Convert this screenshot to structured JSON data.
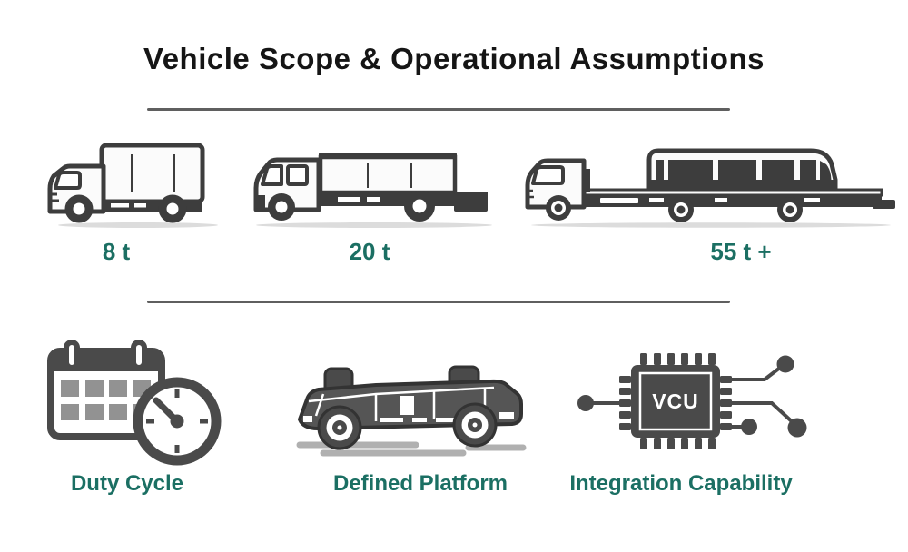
{
  "title": "Vehicle Scope & Operational Assumptions",
  "colors": {
    "accent_teal": "#1B6F63",
    "truck_ink": "#3D3D3D",
    "icon_gray": "#4A4A4A",
    "calendar_square_gray": "#929292",
    "divider_gray": "#5F5F5F",
    "title_black": "#151515",
    "background": "#FFFFFF"
  },
  "vehicle_classes": [
    {
      "label": "8 t",
      "icon": "box-truck-icon"
    },
    {
      "label": "20 t",
      "icon": "flatbed-truck-icon"
    },
    {
      "label": "55 t +",
      "icon": "heavy-carrier-truck-icon"
    }
  ],
  "capabilities": [
    {
      "label": "Duty Cycle",
      "icon": "calendar-clock-icon"
    },
    {
      "label": "Defined Platform",
      "icon": "platform-vehicle-icon"
    },
    {
      "label": "Integration Capability",
      "icon": "vcu-chip-icon",
      "chip_text": "VCU"
    }
  ]
}
